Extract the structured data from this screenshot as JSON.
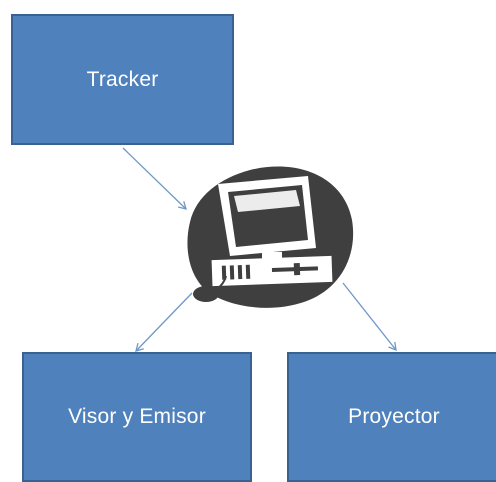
{
  "diagram": {
    "nodes": [
      {
        "id": "tracker",
        "label": "Tracker"
      },
      {
        "id": "computer",
        "icon": "computer-icon"
      },
      {
        "id": "visor",
        "label": "Visor y Emisor"
      },
      {
        "id": "proyector",
        "label": "Proyector"
      }
    ],
    "edges": [
      {
        "from": "tracker",
        "to": "computer"
      },
      {
        "from": "computer",
        "to": "visor"
      },
      {
        "from": "computer",
        "to": "proyector"
      }
    ]
  },
  "colors": {
    "box_fill": "#4f81bd",
    "box_border": "#3a6290",
    "box_text": "#ffffff",
    "arrow": "#6f97c9",
    "icon_dark": "#3f3f3f",
    "icon_light": "#ffffff"
  }
}
